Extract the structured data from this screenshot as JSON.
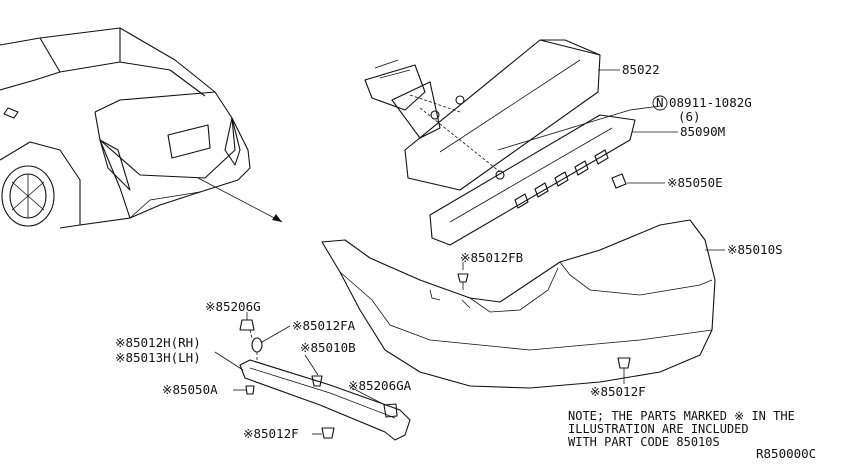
{
  "parts": {
    "p85022": "85022",
    "p08911": "08911-1082G",
    "p08911_qty": "(6)",
    "p08911_prefix": "N",
    "p85090M": "85090M",
    "p85050E": "※85050E",
    "p85010S": "※85010S",
    "p85012FB": "※85012FB",
    "p85206G": "※85206G",
    "p85012FA": "※85012FA",
    "p85012H": "※85012H(RH)",
    "p85013H": "※85013H(LH)",
    "p85010B": "※85010B",
    "p85050A": "※85050A",
    "p85206GA": "※85206GA",
    "p85012F_right": "※85012F",
    "p85012F_bottom": "※85012F"
  },
  "note": {
    "line1": "NOTE; THE PARTS MARKED ※ IN THE",
    "line2": "ILLUSTRATION ARE INCLUDED",
    "line3": "WITH PART CODE 85010S"
  },
  "figure_code": "R850000C"
}
